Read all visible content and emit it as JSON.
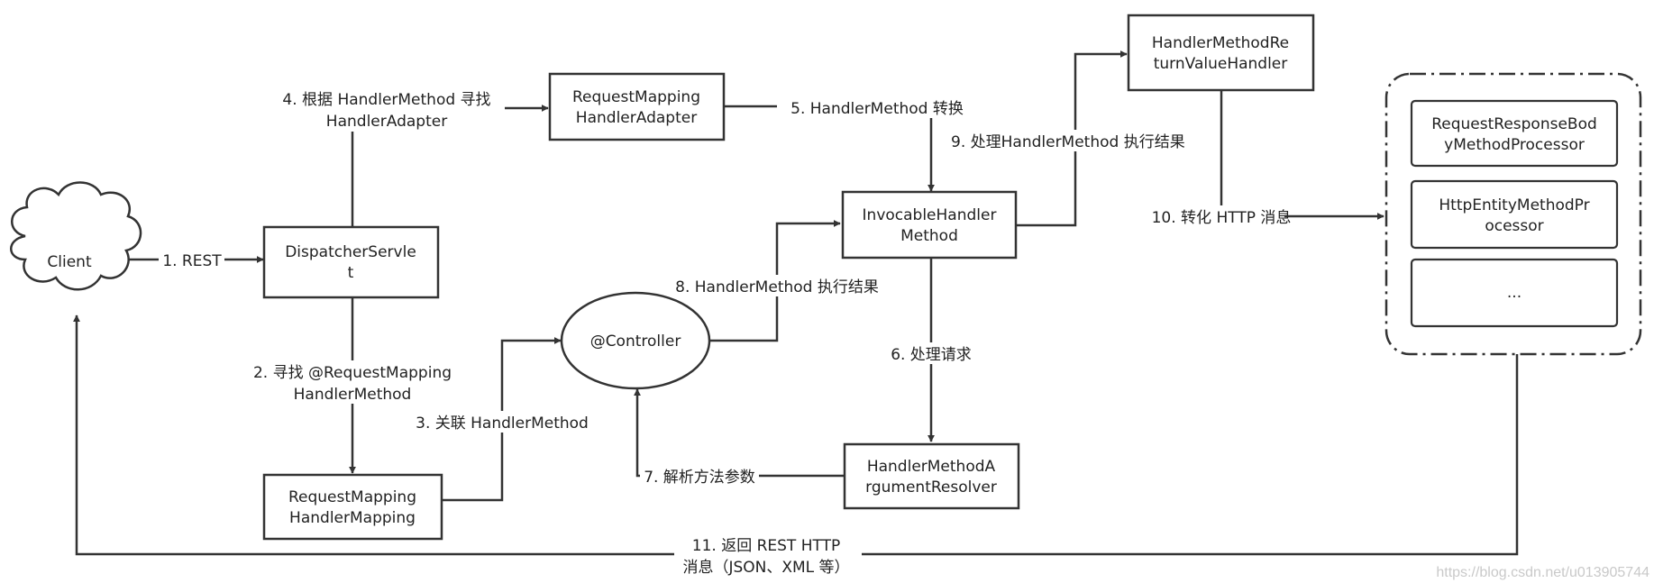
{
  "nodes": {
    "client": "Client",
    "dispatcher": [
      "DispatcherServle",
      "t"
    ],
    "mapping_adapter": [
      "RequestMapping",
      "HandlerAdapter"
    ],
    "return_value_handler": [
      "HandlerMethodRe",
      "turnValueHandler"
    ],
    "invocable": [
      "InvocableHandler",
      "Method"
    ],
    "controller": "@Controller",
    "mapping_handler": [
      "RequestMapping",
      "HandlerMapping"
    ],
    "argument_resolver": [
      "HandlerMethodA",
      "rgumentResolver"
    ],
    "processors": [
      [
        "RequestResponseBod",
        "yMethodProcessor"
      ],
      [
        "HttpEntityMethodPr",
        "ocessor"
      ],
      [
        "..."
      ]
    ]
  },
  "edges": {
    "e1": "1. REST",
    "e2": [
      "2. 寻找 @RequestMapping",
      "HandlerMethod"
    ],
    "e3": "3. 关联 HandlerMethod",
    "e4": [
      "4. 根据 HandlerMethod 寻找",
      "HandlerAdapter"
    ],
    "e5": "5. HandlerMethod 转换",
    "e6": "6. 处理请求",
    "e7": "7. 解析方法参数",
    "e8": "8. HandlerMethod 执行结果",
    "e9": "9. 处理HandlerMethod 执行结果",
    "e10": "10. 转化 HTTP 消息",
    "e11": [
      "11. 返回 REST HTTP",
      "消息（JSON、XML 等）"
    ]
  },
  "watermark": "https://blog.csdn.net/u013905744"
}
